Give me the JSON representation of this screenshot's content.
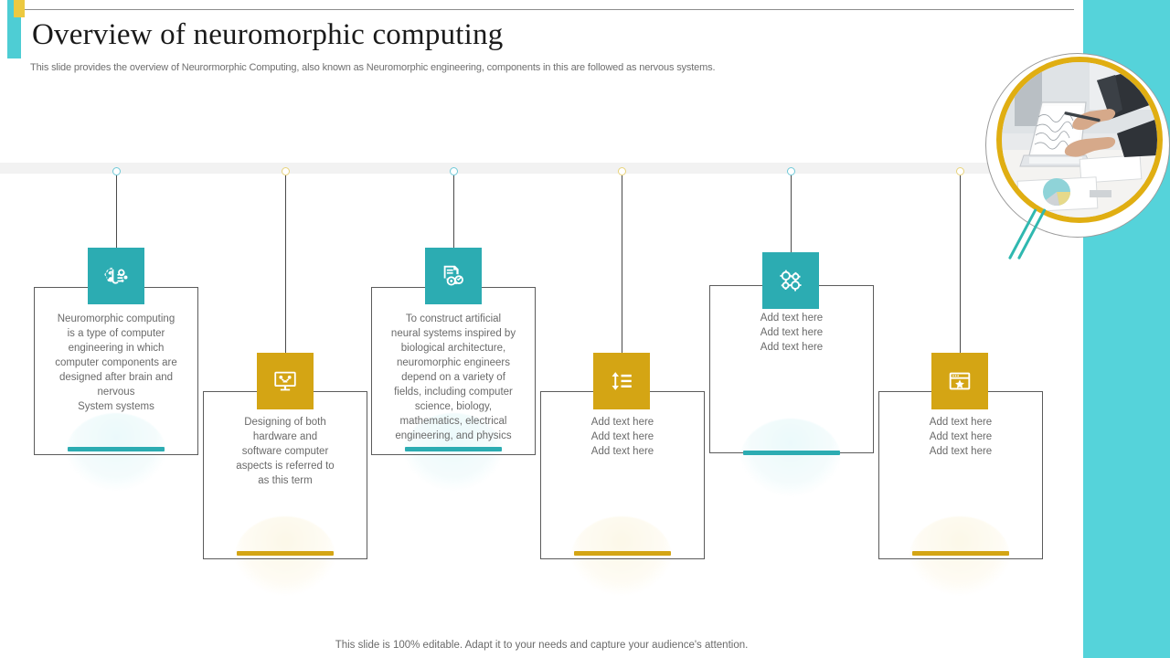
{
  "header": {
    "title": "Overview of neuromorphic computing",
    "subtitle": "This slide provides the overview of Neurormorphic Computing, also known as Neuromorphic engineering, components in this are followed as nervous systems."
  },
  "footer": {
    "note": "This slide is 100% editable. Adapt it to your needs and capture your audience's attention."
  },
  "theme": {
    "teal": "#2cacb2",
    "gold": "#d4a514",
    "panel_teal": "#55d3da",
    "header_teal": "#4ecdd4",
    "header_gold": "#ecc940",
    "band_gray": "#f2f2f2",
    "text_gray": "#6a6a6a",
    "border_gray": "#5b5b5b"
  },
  "photo": {
    "alt": "Business people analyzing charts and laptop on a desk",
    "ring_color": "#e0ae12",
    "slash_color": "#2fb8b0"
  },
  "cards": [
    {
      "id": "card-1",
      "color": "teal",
      "icon": "brain-circuit-icon",
      "dot": "teal",
      "text": "Neuromorphic  computing\nis a type of computer\nengineering  in which\ncomputer components  are\ndesigned  after  brain  and\nnervous\nSystem systems"
    },
    {
      "id": "card-2",
      "color": "gold",
      "icon": "monitor-network-icon",
      "dot": "gold",
      "text": "Designing  of both\nhardware  and\nsoftware  computer\naspects is referred  to\nas this term"
    },
    {
      "id": "card-3",
      "color": "teal",
      "icon": "document-check-gear-icon",
      "dot": "teal",
      "text": "To construct artificial\nneural  systems inspired by\nbiological  architecture,\nneuromorphic  engineers\ndepend  on a variety  of\nfields, including computer\nscience, biology,\nmathematics, electrical\nengineering,  and physics"
    },
    {
      "id": "card-4",
      "color": "gold",
      "icon": "sort-list-icon",
      "dot": "gold",
      "text": "Add text here\nAdd text here\nAdd text here"
    },
    {
      "id": "card-5",
      "color": "teal",
      "icon": "gears-icon",
      "dot": "teal",
      "text": "Add text here\nAdd text here\nAdd text here"
    },
    {
      "id": "card-6",
      "color": "gold",
      "icon": "browser-star-icon",
      "dot": "gold",
      "text": "Add text here\nAdd text here\nAdd text here"
    }
  ]
}
